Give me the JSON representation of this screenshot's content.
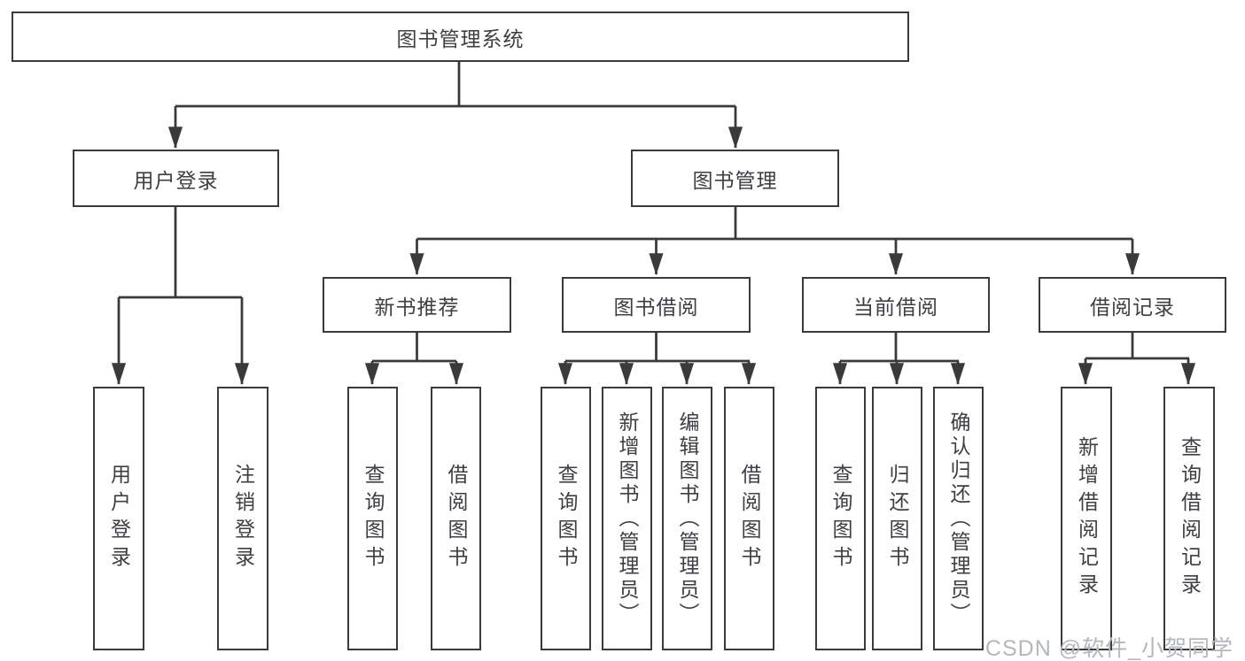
{
  "diagram_type": "tree-structure-chart",
  "tree": {
    "root": {
      "label": "图书管理系统",
      "children": [
        {
          "label": "用户登录",
          "children": [
            {
              "label": "用户登录"
            },
            {
              "label": "注销登录"
            }
          ]
        },
        {
          "label": "图书管理",
          "children": [
            {
              "label": "新书推荐",
              "children": [
                {
                  "label": "查询图书"
                },
                {
                  "label": "借阅图书"
                }
              ]
            },
            {
              "label": "图书借阅",
              "children": [
                {
                  "label": "查询图书"
                },
                {
                  "label": "新增图书（管理员）"
                },
                {
                  "label": "编辑图书（管理员）"
                },
                {
                  "label": "借阅图书"
                }
              ]
            },
            {
              "label": "当前借阅",
              "children": [
                {
                  "label": "查询图书"
                },
                {
                  "label": "归还图书"
                },
                {
                  "label": "确认归还（管理员）"
                }
              ]
            },
            {
              "label": "借阅记录",
              "children": [
                {
                  "label": "新增借阅记录"
                },
                {
                  "label": "查询借阅记录"
                }
              ]
            }
          ]
        }
      ]
    }
  },
  "watermark": {
    "text": "CSDN @软件_小贺同学"
  },
  "colors": {
    "line": "#3a3a3a",
    "box-border": "#3a3a3a",
    "box-fill": "#ffffff",
    "text": "#3d3f42",
    "wm": "#b4b7bb",
    "bg": "#ffffff"
  }
}
